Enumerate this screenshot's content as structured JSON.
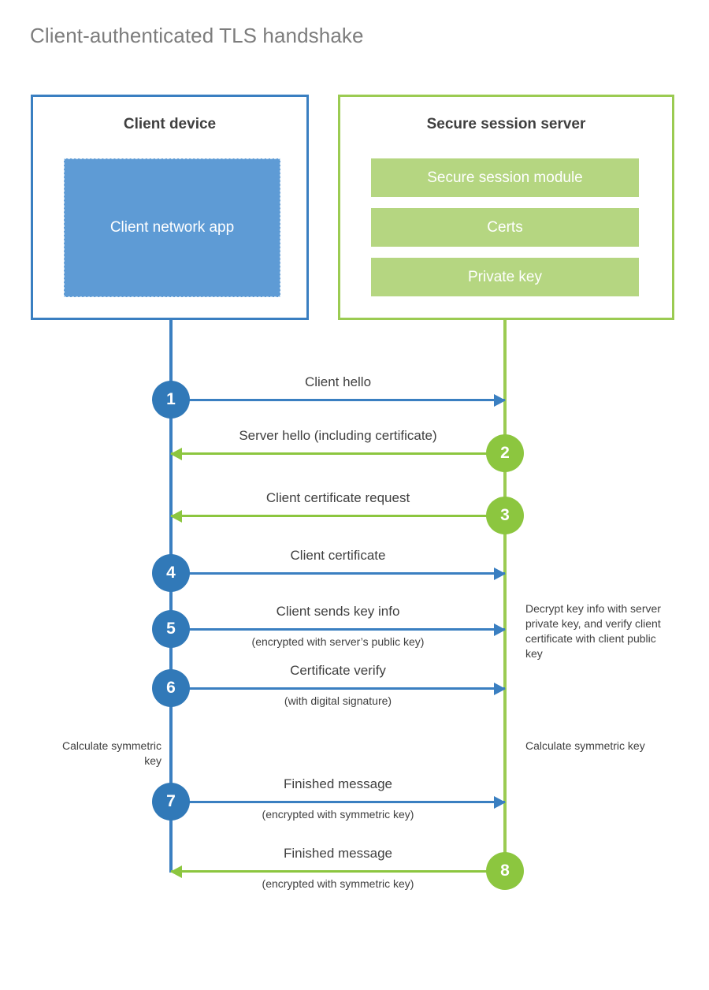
{
  "title": "Client-authenticated TLS handshake",
  "colors": {
    "client_blue": "#3a7fc1",
    "client_bubble_blue": "#3179b8",
    "client_app_blue": "#5e9bd5",
    "server_green": "#9bcb52",
    "server_bubble_green": "#8cc63f",
    "server_bar_green": "#b5d681",
    "title_gray": "#7d7d7d",
    "text_gray": "#404040"
  },
  "actors": {
    "client": {
      "title": "Client device",
      "inner": {
        "label": "Client network app"
      }
    },
    "server": {
      "title": "Secure session server",
      "bars": [
        {
          "label": "Secure session module"
        },
        {
          "label": "Certs"
        },
        {
          "label": "Private key"
        }
      ]
    }
  },
  "messages": [
    {
      "step": "1",
      "label": "Client hello",
      "sublabel": "",
      "direction": "client-to-server"
    },
    {
      "step": "2",
      "label": "Server hello (including certificate)",
      "sublabel": "",
      "direction": "server-to-client"
    },
    {
      "step": "3",
      "label": "Client certificate request",
      "sublabel": "",
      "direction": "server-to-client"
    },
    {
      "step": "4",
      "label": "Client certificate",
      "sublabel": "",
      "direction": "client-to-server"
    },
    {
      "step": "5",
      "label": "Client sends key info",
      "sublabel": "(encrypted with server’s public key)",
      "direction": "client-to-server"
    },
    {
      "step": "6",
      "label": "Certificate verify",
      "sublabel": "(with digital signature)",
      "direction": "client-to-server"
    },
    {
      "step": "7",
      "label": "Finished message",
      "sublabel": "(encrypted with symmetric key)",
      "direction": "client-to-server"
    },
    {
      "step": "8",
      "label": "Finished message",
      "sublabel": "(encrypted with symmetric key)",
      "direction": "server-to-client"
    }
  ],
  "notes": {
    "decrypt": "Decrypt key info with server private key, and verify client certificate with client public key",
    "calc_client": "Calculate symmetric key",
    "calc_server": "Calculate symmetric key"
  }
}
